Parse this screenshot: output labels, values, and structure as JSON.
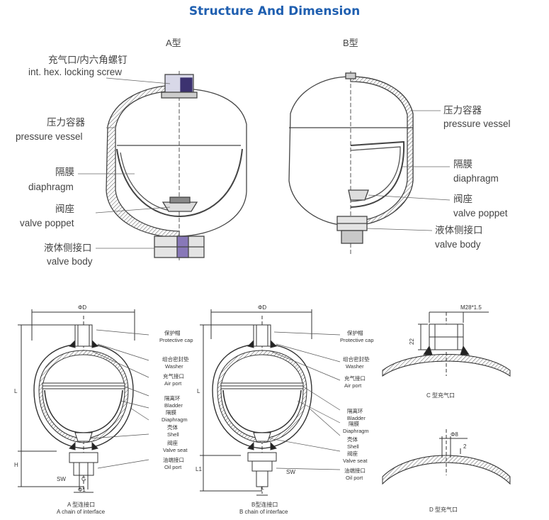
{
  "title": "Structure And Dimension",
  "upper": {
    "type_a": "A型",
    "type_b": "B型",
    "left_labels": [
      {
        "zh": "充气口/内六角螺钉",
        "en": "int. hex. locking screw"
      },
      {
        "zh": "压力容器",
        "en": "pressure vessel"
      },
      {
        "zh": "隔膜",
        "en": "diaphragm"
      },
      {
        "zh": "阀座",
        "en": "valve poppet"
      },
      {
        "zh": "液体侧接口",
        "en": "valve body"
      }
    ],
    "right_labels": [
      {
        "zh": "压力容器",
        "en": "pressure vessel"
      },
      {
        "zh": "隔膜",
        "en": "diaphragm"
      },
      {
        "zh": "阀座",
        "en": "valve poppet"
      },
      {
        "zh": "液体侧接口",
        "en": "valve body"
      }
    ]
  },
  "lower": {
    "phi_d": "ΦD",
    "callouts_a": [
      {
        "zh": "保护帽",
        "en": "Protective cap"
      },
      {
        "zh": "组合密封垫",
        "en": "Washer"
      },
      {
        "zh": "充气接口",
        "en": "Air port"
      },
      {
        "zh": "隔离环",
        "en": "Bladder"
      },
      {
        "zh": "隔膜",
        "en": "Diaphragm"
      },
      {
        "zh": "壳体",
        "en": "Shell"
      },
      {
        "zh": "阀座",
        "en": "Valve seat"
      },
      {
        "zh": "油端接口",
        "en": "Oil port"
      }
    ],
    "callouts_b": [
      {
        "zh": "保护帽",
        "en": "Protective cap"
      },
      {
        "zh": "组合密封垫",
        "en": "Washer"
      },
      {
        "zh": "充气接口",
        "en": "Air port"
      },
      {
        "zh": "隔离环",
        "en": "Bladder"
      },
      {
        "zh": "隔膜",
        "en": "Diaphragm"
      },
      {
        "zh": "壳体",
        "en": "Shell"
      },
      {
        "zh": "阀座",
        "en": "Valve seat"
      },
      {
        "zh": "油端接口",
        "en": "Oil port"
      }
    ],
    "dims_a": {
      "L": "L",
      "H": "H",
      "SW": "SW",
      "G": "G",
      "phi1": "Φ1"
    },
    "dims_b": {
      "L": "L",
      "L1": "L1",
      "SW": "SW",
      "F": "F"
    },
    "caption_a": {
      "zh": "A 型连接口",
      "en": "A chain of interface"
    },
    "caption_b": {
      "zh": "B型连接口",
      "en": "B chain of interface"
    },
    "detail_c": {
      "thread": "M28*1.5",
      "height": "22",
      "caption": "C 型充气口"
    },
    "detail_d": {
      "dia": "Φ8",
      "depth": "2",
      "caption": "D 型充气口"
    }
  }
}
